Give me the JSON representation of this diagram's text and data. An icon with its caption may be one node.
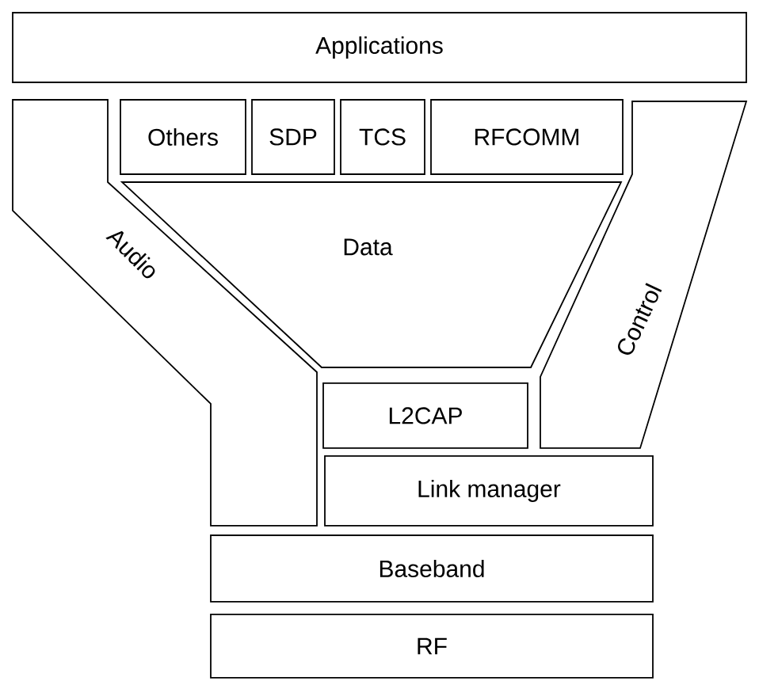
{
  "diagram": {
    "nodes": [
      {
        "text": [
          "Applications"
        ]
      },
      {
        "text": [
          "Audio"
        ]
      },
      {
        "text": [
          "Others"
        ]
      },
      {
        "text": [
          "SDP"
        ]
      },
      {
        "text": [
          "TCS"
        ]
      },
      {
        "text": [
          "RFCOMM"
        ]
      },
      {
        "text": [
          "Data"
        ]
      },
      {
        "text": [
          "Control"
        ]
      },
      {
        "text": [
          "L2CAP"
        ]
      },
      {
        "text": [
          "Link manager"
        ]
      },
      {
        "text": [
          "Baseband"
        ]
      },
      {
        "text": [
          "RF"
        ]
      }
    ]
  }
}
